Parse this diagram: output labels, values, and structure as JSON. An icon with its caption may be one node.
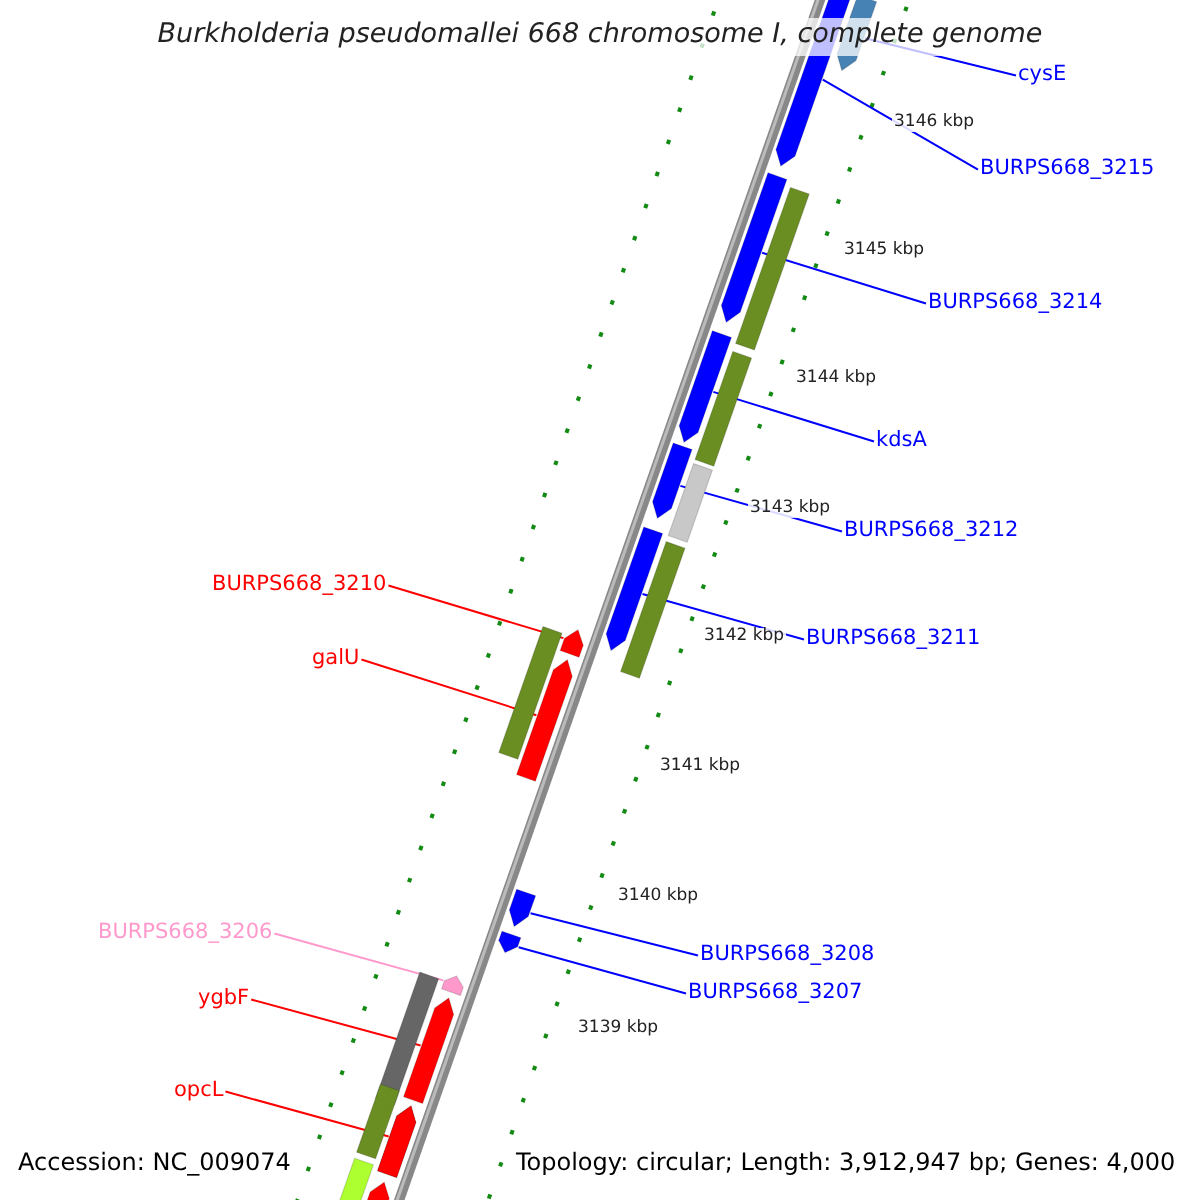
{
  "diagram": {
    "title": "Burkholderia pseudomallei 668 chromosome I, complete genome",
    "nodes": [
      {
        "text": [
          "cysE"
        ]
      },
      {
        "text": [
          "BURPS668_3215"
        ]
      },
      {
        "text": [
          "BURPS668_3214"
        ]
      },
      {
        "text": [
          "kdsA"
        ]
      },
      {
        "text": [
          "BURPS668_3212"
        ]
      },
      {
        "text": [
          "BURPS668_3210"
        ]
      },
      {
        "text": [
          "BURPS668_3211"
        ]
      },
      {
        "text": [
          "galU"
        ]
      },
      {
        "text": [
          "BURPS668_3206"
        ]
      },
      {
        "text": [
          "BURPS668_3208"
        ]
      },
      {
        "text": [
          "BURPS668_3207"
        ]
      },
      {
        "text": [
          "ygbF"
        ]
      },
      {
        "text": [
          "opcL"
        ]
      },
      {
        "text": [],
        "shape": "arrow"
      },
      {
        "text": [],
        "shape": "arrow"
      },
      {
        "text": [],
        "shape": "arrow"
      },
      {
        "text": [],
        "shape": "arrow"
      },
      {
        "text": [],
        "shape": "arrow"
      },
      {
        "text": [],
        "shape": "arrow"
      },
      {
        "text": [],
        "shape": "arrow"
      },
      {
        "text": [],
        "shape": "arrow"
      },
      {
        "text": [],
        "shape": "arrow"
      },
      {
        "text": [],
        "shape": "arrow"
      },
      {
        "text": [],
        "shape": "arrow"
      },
      {
        "text": [],
        "shape": "arrow"
      },
      {
        "text": [],
        "shape": "arrow"
      },
      {
        "text": [],
        "shape": "bar"
      },
      {
        "text": [],
        "shape": "bar"
      },
      {
        "text": [],
        "shape": "bar"
      },
      {
        "text": [],
        "shape": "bar"
      },
      {
        "text": [],
        "shape": "bar"
      },
      {
        "text": [],
        "shape": "bar"
      },
      {
        "text": [],
        "shape": "bar"
      },
      {
        "text": [],
        "shape": "arrow"
      },
      {
        "text": [],
        "shape": "bar"
      },
      {
        "text": [],
        "shape": "arrow"
      }
    ],
    "edges": [
      {
        "from": 0,
        "to": 13,
        "arrow": "none"
      },
      {
        "from": 1,
        "to": 14,
        "arrow": "none"
      },
      {
        "from": 2,
        "to": 15,
        "arrow": "none"
      },
      {
        "from": 3,
        "to": 16,
        "arrow": "none"
      },
      {
        "from": 4,
        "to": 17,
        "arrow": "none"
      },
      {
        "from": 5,
        "to": 18,
        "arrow": "none",
        "color": "#ff0000"
      },
      {
        "from": 6,
        "to": 19,
        "arrow": "none"
      },
      {
        "from": 7,
        "to": 20,
        "arrow": "none",
        "color": "#ff0000"
      },
      {
        "from": 8,
        "to": 21,
        "arrow": "none",
        "color": "#ff99cc"
      },
      {
        "from": 9,
        "to": 22,
        "arrow": "none"
      },
      {
        "from": 10,
        "to": 23,
        "arrow": "none"
      },
      {
        "from": 11,
        "to": 24,
        "arrow": "none",
        "color": "#ff0000"
      },
      {
        "from": 12,
        "to": 25,
        "arrow": "none",
        "color": "#ff0000"
      }
    ],
    "labels": [
      "3146 kbp",
      "3145 kbp",
      "3144 kbp",
      "3143 kbp",
      "3142 kbp",
      "3141 kbp",
      "3140 kbp",
      "3139 kbp",
      "Accession: NC_009074",
      "Topology: circular; Length: 3,912,947 bp; Genes: 4,000"
    ]
  }
}
